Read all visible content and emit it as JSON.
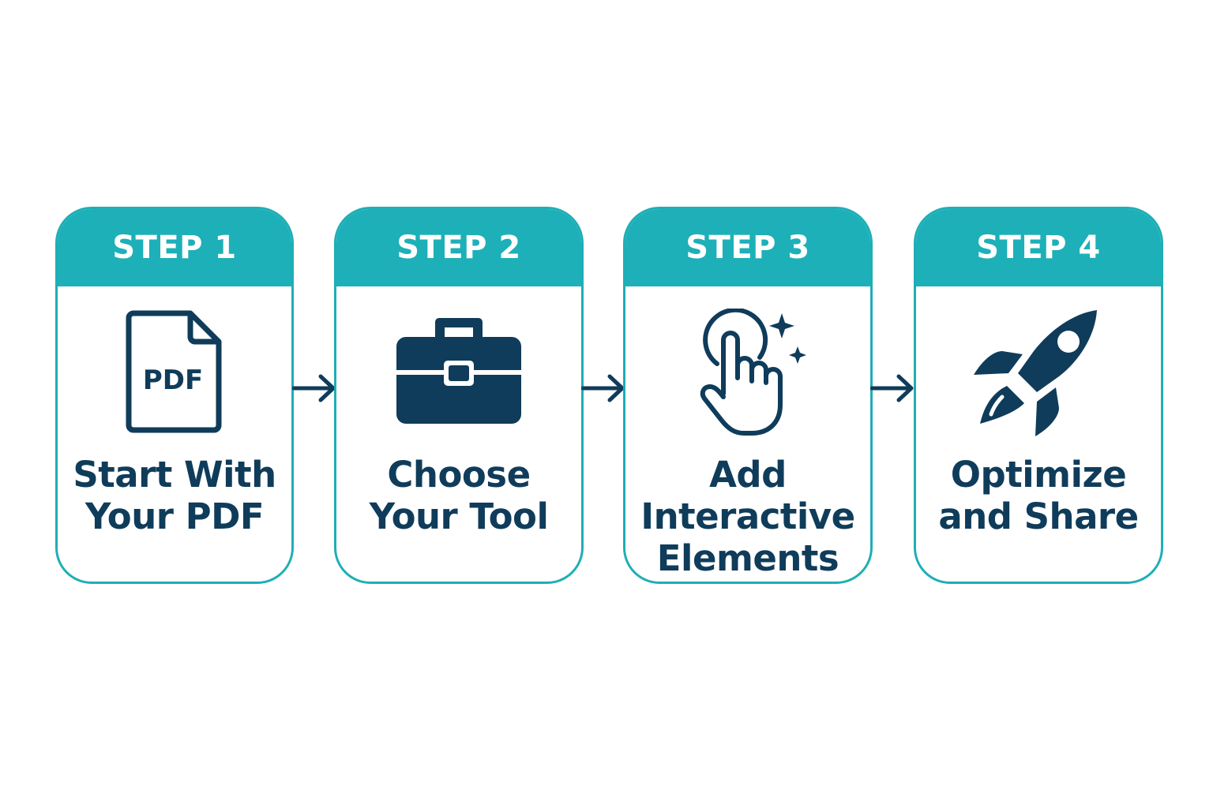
{
  "colors": {
    "accent": "#1db0b8",
    "text": "#0f3c5a",
    "icon": "#0f3c5a"
  },
  "steps": [
    {
      "label": "STEP 1",
      "title": "Start With\nYour PDF",
      "icon": "pdf-document-icon",
      "icon_text": "PDF"
    },
    {
      "label": "STEP 2",
      "title": "Choose\nYour Tool",
      "icon": "briefcase-icon"
    },
    {
      "label": "STEP 3",
      "title": "Add\nInteractive\nElements",
      "icon": "pointer-hand-sparkle-icon"
    },
    {
      "label": "STEP 4",
      "title": "Optimize\nand Share",
      "icon": "rocket-icon"
    }
  ]
}
